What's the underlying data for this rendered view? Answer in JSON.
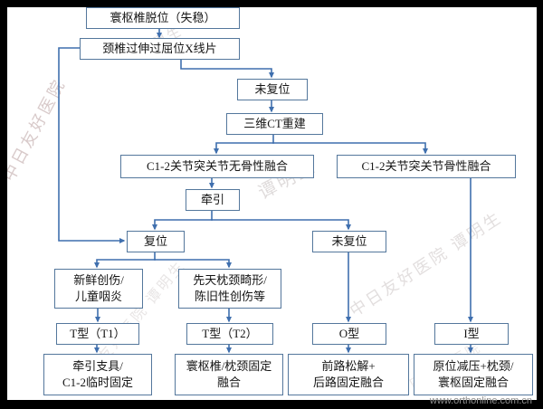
{
  "nodes": {
    "dislocation": [
      "寰枢椎脱位（失稳）"
    ],
    "xray": [
      "颈椎过伸过屈位X线片"
    ],
    "not_reduced_top": [
      "未复位"
    ],
    "ct_recon": [
      "三维CT重建"
    ],
    "no_bony_fusion": [
      "C1-2关节突关节无骨性融合"
    ],
    "bony_fusion": [
      "C1-2关节突关节骨性融合"
    ],
    "traction": [
      "牵引"
    ],
    "reduced": [
      "复位"
    ],
    "not_reduced_mid": [
      "未复位"
    ],
    "fresh_trauma": [
      "新鲜创伤/",
      "儿童咽炎"
    ],
    "congenital_old": [
      "先天枕颈畸形/",
      "陈旧性创伤等"
    ],
    "type_t1": [
      "T型（T1）"
    ],
    "type_t2": [
      "T型（T2）"
    ],
    "type_o": [
      "O型"
    ],
    "type_i": [
      "I型"
    ],
    "traction_brace": [
      "牵引支具/",
      "C1-2临时固定"
    ],
    "aa_oc_fusion": [
      "寰枢椎/枕颈固定",
      "融合"
    ],
    "anterior_release": [
      "前路松解+",
      "后路固定融合"
    ],
    "in_situ_decompression": [
      "原位减压+枕颈/",
      "寰枢固定融合"
    ]
  },
  "watermarks": {
    "hospital": "中日友好医院",
    "doctor": "谭明生",
    "full": "中日友好医院 谭明生",
    "website": "www.orthonline.com.cn"
  },
  "colors": {
    "line": "#3f6fae",
    "node_border": "#54779c"
  }
}
